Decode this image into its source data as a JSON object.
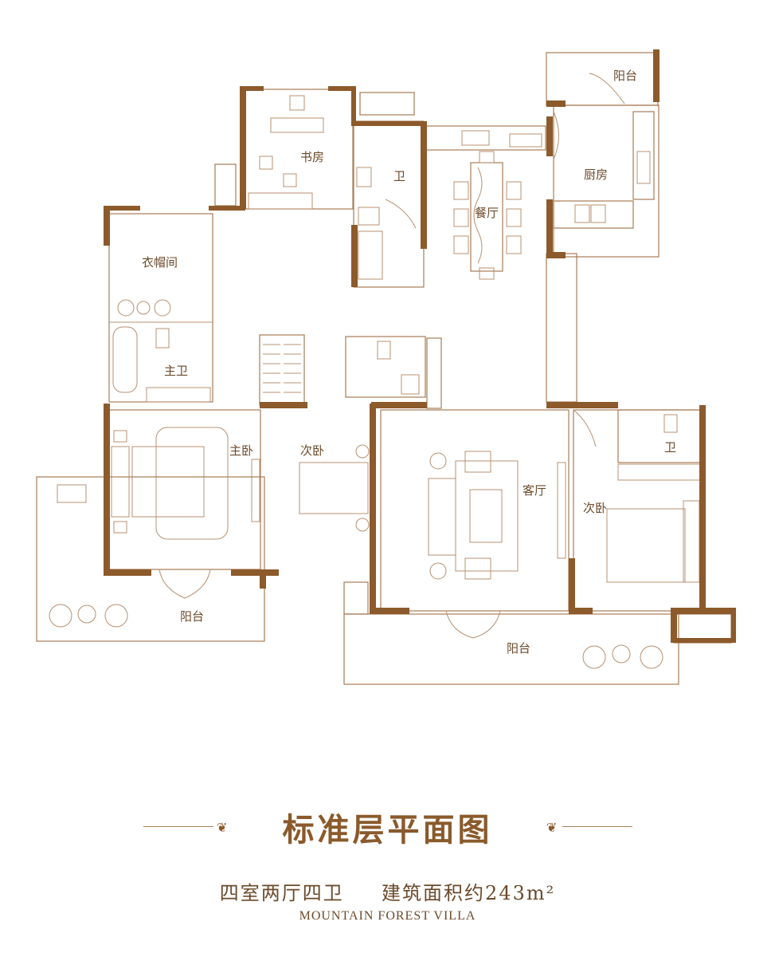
{
  "rooms": {
    "study": "书房",
    "bath_top": "卫",
    "dining": "餐厅",
    "kitchen": "厨房",
    "balcony_kitchen": "阳台",
    "walk_in_closet": "衣帽间",
    "master_bath": "主卫",
    "master_bedroom": "主卧",
    "second_bedroom_center": "次卧",
    "living_room": "客厅",
    "second_bedroom_right": "次卧",
    "bath_right": "卫",
    "balcony_left": "阳台",
    "balcony_bottom": "阳台"
  },
  "title": "标准层平面图",
  "subtitle_left": "四室两厅四卫",
  "subtitle_right": "建筑面积约243m²",
  "project_name": "MOUNTAIN FOREST VILLA",
  "colors": {
    "wall": "#8c5a2b",
    "line": "#a87b55",
    "text": "#6b4a2a"
  }
}
